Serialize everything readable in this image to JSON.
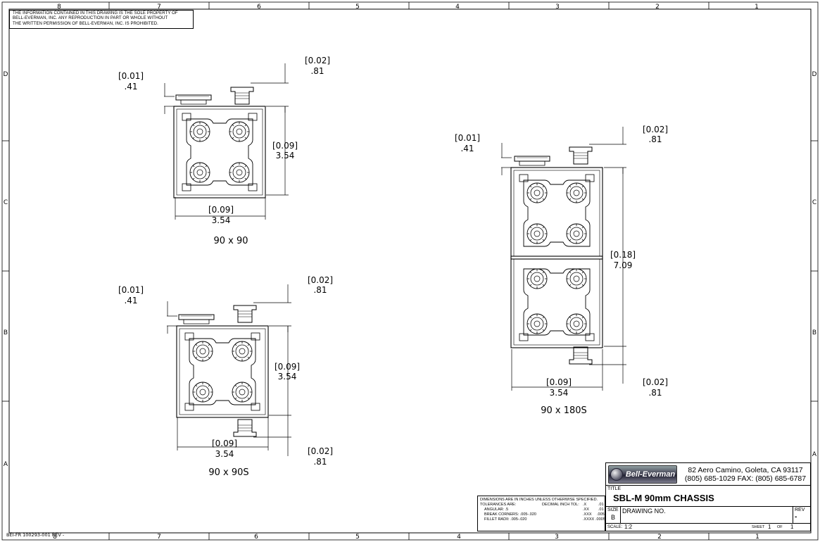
{
  "notice": {
    "line1": "THE INFORMATION CONTAINED IN THIS DRAWING IS THE SOLE PROPERTY OF",
    "line2": "BELL-EVERMAN, INC. ANY REPRODUCTION IN PART OR WHOLE WITHOUT",
    "line3": "THE WRITTEN PERMISSION OF BELL-EVERMAN, INC. IS PROHIBITED."
  },
  "zones": {
    "top": [
      "8",
      "7",
      "6",
      "5",
      "4",
      "3",
      "2",
      "1"
    ],
    "bottom": [
      "8",
      "7",
      "6",
      "5",
      "4",
      "3",
      "2",
      "1"
    ],
    "left": [
      "D",
      "C",
      "B",
      "A"
    ],
    "right": [
      "D",
      "C",
      "B",
      "A"
    ]
  },
  "views": {
    "v90": {
      "label": "90 x 90",
      "dim_top_left": {
        "bracket": "[0.01]",
        "value": ".41"
      },
      "dim_top_right": {
        "bracket": "[0.02]",
        "value": ".81"
      },
      "dim_height": {
        "bracket": "[0.09]",
        "value": "3.54"
      },
      "dim_width": {
        "bracket": "[0.09]",
        "value": "3.54"
      }
    },
    "v90s": {
      "label": "90 x 90S",
      "dim_top_left": {
        "bracket": "[0.01]",
        "value": ".41"
      },
      "dim_top_right": {
        "bracket": "[0.02]",
        "value": ".81"
      },
      "dim_height": {
        "bracket": "[0.09]",
        "value": "3.54"
      },
      "dim_width": {
        "bracket": "[0.09]",
        "value": "3.54"
      },
      "dim_bottom_right": {
        "bracket": "[0.02]",
        "value": ".81"
      }
    },
    "v180s": {
      "label": "90 x 180S",
      "dim_top_left": {
        "bracket": "[0.01]",
        "value": ".41"
      },
      "dim_top_right": {
        "bracket": "[0.02]",
        "value": ".81"
      },
      "dim_height": {
        "bracket": "[0.18]",
        "value": "7.09"
      },
      "dim_width": {
        "bracket": "[0.09]",
        "value": "3.54"
      },
      "dim_bottom_right": {
        "bracket": "[0.02]",
        "value": ".81"
      }
    }
  },
  "title_block": {
    "logo_text": "Bell-Everman",
    "address_line1": "82 Aero Camino, Goleta, CA 93117",
    "address_line2": "(805) 685-1029 FAX: (805) 685-6787",
    "title_label": "TITLE",
    "title": "SBL-M 90mm CHASSIS",
    "size_label": "SIZE",
    "size": "B",
    "drawing_no_label": "DRAWING NO.",
    "rev_label": "REV",
    "rev": "-",
    "scale_label": "SCALE:",
    "scale": "1:2",
    "sheet_label": "SHEET",
    "sheet": "1",
    "of_label": "OF",
    "of": "1"
  },
  "tolerances": {
    "line1": "DIMENSIONS ARE IN INCHES UNLESS OTHERWISE SPECIFIED.",
    "line2": "TOLERANCES ARE:",
    "decimal_label": "DECIMAL INCH TOL:",
    "angular": "ANGULAR: .5",
    "break_corners": "BREAK CORNERS: .005-.020",
    "fillet": "FILLET RADII: .005-.020",
    "x_label": ".X",
    "x_val": ".01",
    "xx_label": ".XX",
    "xx_val": ".01",
    "xxx_label": ".XXX",
    "xxx_val": ".005",
    "xxxx_label": ".XXXX",
    "xxxx_val": ".0005"
  },
  "doc_number": "BEI-FR 100293-001 REV -"
}
